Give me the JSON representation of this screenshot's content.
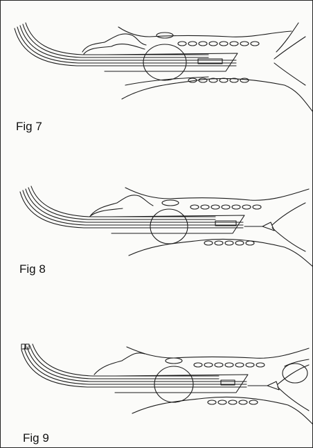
{
  "figures": [
    {
      "caption": "Fig 7"
    },
    {
      "caption": "Fig 8"
    },
    {
      "caption": "Fig 9"
    }
  ]
}
